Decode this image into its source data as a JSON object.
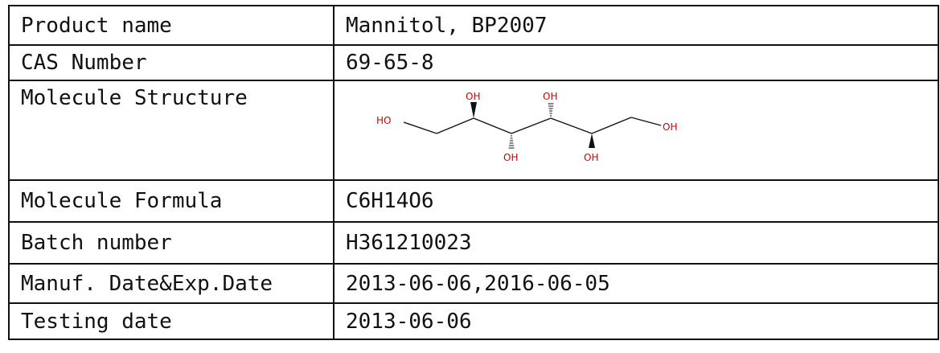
{
  "rows": [
    {
      "label": "Product name",
      "value": "Mannitol, BP2007"
    },
    {
      "label": "CAS Number",
      "value": "69-65-8"
    },
    {
      "label": "Molecule Structure",
      "value": ""
    },
    {
      "label": "Molecule Formula",
      "value": "C6H14O6"
    },
    {
      "label": "Batch number",
      "value": "H361210023"
    },
    {
      "label": "Manuf. Date&Exp.Date",
      "value": "2013-06-06,2016-06-05"
    },
    {
      "label": "Testing date",
      "value": "2013-06-06"
    }
  ],
  "structure": {
    "atom_labels": [
      "HO",
      "OH",
      "OH",
      "OH",
      "OH",
      "OH"
    ],
    "heteroatom_color": "#d00000",
    "bond_color": "#111111"
  }
}
